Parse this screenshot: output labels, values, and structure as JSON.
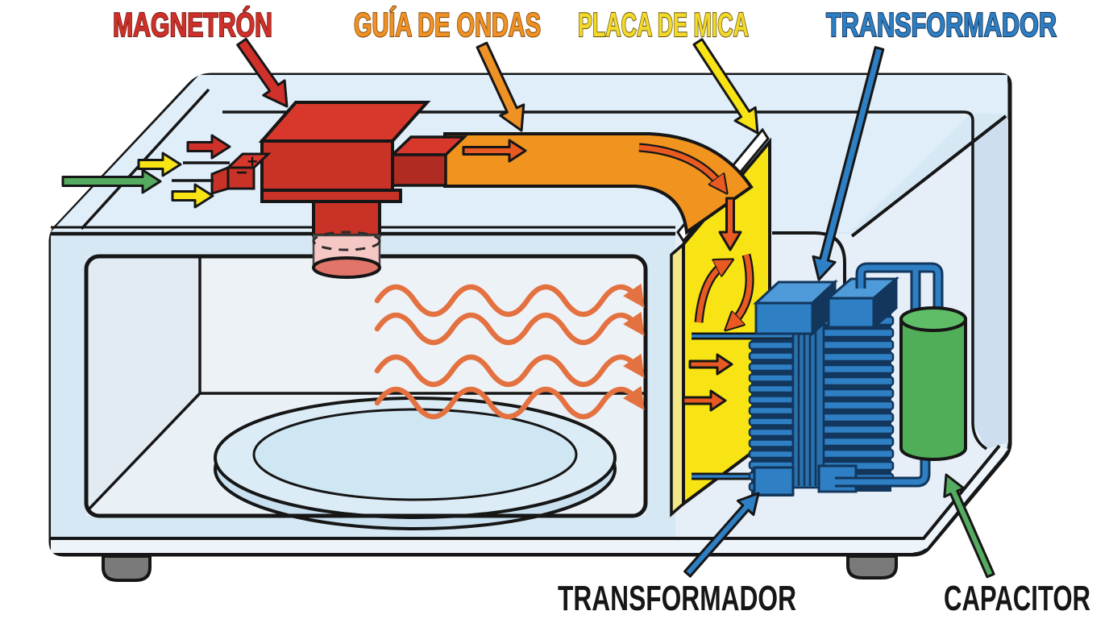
{
  "diagram": {
    "type": "microwave-oven-cutaway-diagram",
    "labels": {
      "magnetron": "MAGNETRÓN",
      "waveguide": "GUÍA DE ONDAS",
      "mica_plate": "PLACA DE MICA",
      "transformer_top": "TRANSFORMADOR",
      "transformer_bottom": "TRANSFORMADOR",
      "capacitor": "CAPACITOR"
    },
    "magnetron_terminal": {
      "plus": "+",
      "minus": "−"
    },
    "colors": {
      "outline": "#161616",
      "case_fill": "#d7e8f5",
      "case_top": "#e0eefa",
      "interior": "#e6eff8",
      "wall_strip": "#cddfee",
      "band": "#edf4fa",
      "cavity_back": "#edf2f7",
      "cavity_left": "#e2eaf2",
      "cavity_floor": "#e9f0f6",
      "plate_top": "#dcecf6",
      "plate_bottom": "#c8e0ef",
      "plate_inner": "#cfe6f3",
      "red": "#d8382c",
      "red_mid": "#c93327",
      "red_dark": "#b02b21",
      "pink": "#f6c8c5",
      "pink_tip": "#e2756a",
      "orange": "#f0931f",
      "hot": "#e85a22",
      "yellow": "#f8e414",
      "yellow_side": "#f2e88a",
      "blue": "#2e7fc3",
      "blue_light": "#4f9ad8",
      "blue_mid": "#2a71ad",
      "blue_dark": "#12365c",
      "green": "#4fae57",
      "green_light": "#5fbd68",
      "green_arrow": "#55ab60",
      "wave": "#e47140",
      "foot": "#7a7a7a",
      "label_red": "#cf312a",
      "label_orange": "#ef9226",
      "label_yellow": "#f2d92b",
      "label_blue": "#2d7ec2",
      "label_black": "#161616",
      "white": "#ffffff"
    },
    "icons": {
      "leader_arrows": [
        "magnetron-leader-arrow",
        "waveguide-leader-arrow",
        "mica-leader-arrow",
        "transformer-top-leader-arrow",
        "transformer-bottom-leader-arrow",
        "capacitor-leader-arrow"
      ],
      "power_input_arrows": [
        "power-input-arrow-red",
        "power-input-arrow-yellow-1",
        "power-input-arrow-green",
        "power-input-arrow-yellow-2"
      ],
      "flow_arrows": [
        "waveguide-flow-arrow",
        "waveguide-bend-arrow",
        "mica-down-arrow",
        "mica-swirl-arrow-up",
        "mica-swirl-arrow-down",
        "mica-right-arrow-1",
        "mica-right-arrow-2"
      ],
      "microwaves": "microwave-wave-lines"
    }
  }
}
